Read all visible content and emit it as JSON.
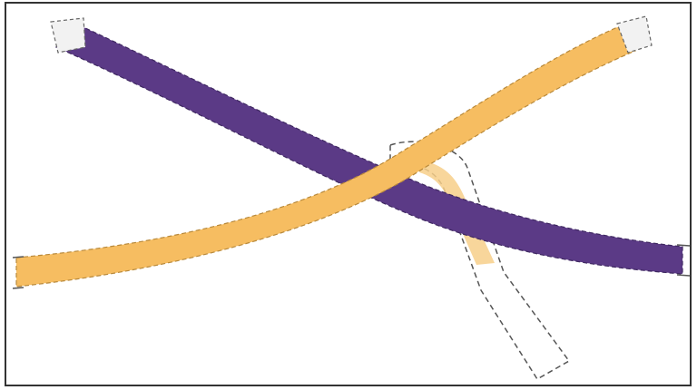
{
  "diagram": {
    "title": "",
    "colors": {
      "background": "#ffffff",
      "frame": "#333333",
      "purple_strap": "#5b3a86",
      "orange_strap": "#f6bd61",
      "end_cap_fill": "#f2f2f2",
      "dashed_outline": "#555555"
    },
    "elements": [
      {
        "name": "purple-strap",
        "label": ""
      },
      {
        "name": "orange-strap",
        "label": ""
      },
      {
        "name": "dashed-loop",
        "label": ""
      }
    ]
  }
}
